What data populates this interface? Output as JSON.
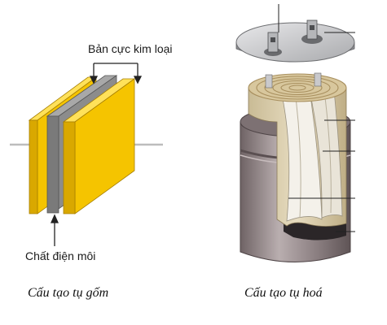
{
  "ceramic": {
    "label_plates": "Bản cực kim loại",
    "label_dielectric": "Chất điện môi",
    "caption": "Cấu tạo tụ gốm"
  },
  "electrolytic": {
    "caption": "Cấu tạo tụ hoá"
  },
  "colors": {
    "plate": "#f5c400",
    "plate_dark": "#d9a800",
    "plate_edge": "#a77f00",
    "dielectric": "#8c8c8c",
    "can": "#8f8284",
    "foil": "#dcd5c4"
  }
}
